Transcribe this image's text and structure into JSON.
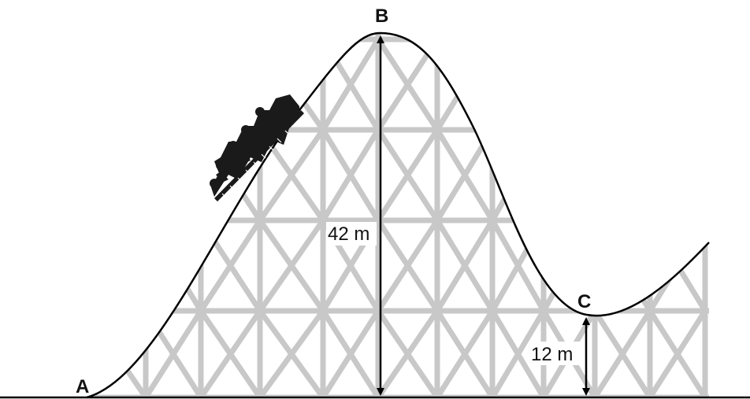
{
  "points": {
    "a": "A",
    "b": "B",
    "c": "C"
  },
  "dimensions": {
    "height_b": "42 m",
    "height_c": "12 m"
  },
  "colors": {
    "track": "#000000",
    "support": "#c8c8c8",
    "train": "#1a1a1a",
    "ground": "#000000"
  }
}
